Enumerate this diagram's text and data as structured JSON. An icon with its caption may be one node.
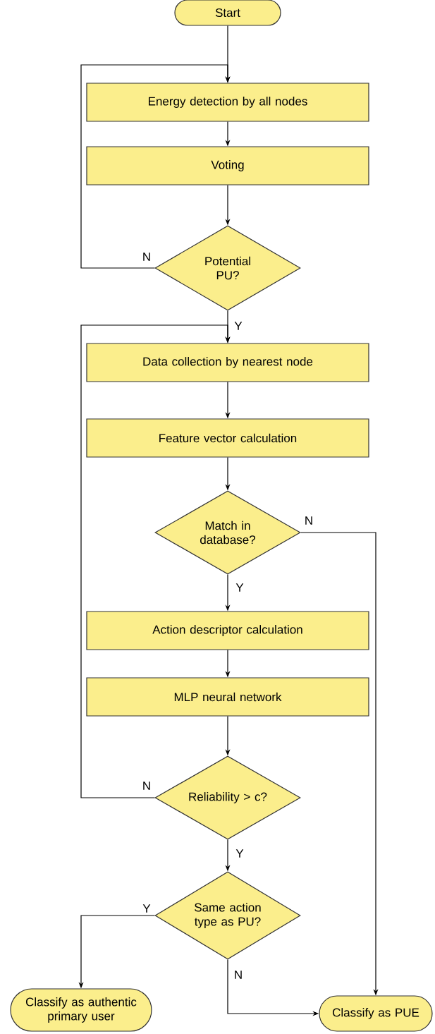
{
  "diagram": {
    "nodes": [
      {
        "text": [
          "Start"
        ]
      },
      {
        "text": [
          "Energy detection by all nodes"
        ]
      },
      {
        "text": [
          "Voting"
        ]
      },
      {
        "text": [
          "Potential PU?"
        ]
      },
      {
        "text": [
          "Data collection by nearest node"
        ]
      },
      {
        "text": [
          "Feature vector calculation"
        ]
      },
      {
        "text": [
          "Match in database?"
        ]
      },
      {
        "text": [
          "Action descriptor calculation"
        ]
      },
      {
        "text": [
          "MLP neural network"
        ]
      },
      {
        "text": [
          "Reliability > c?"
        ]
      },
      {
        "text": [
          "Same action type as PU?"
        ]
      },
      {
        "text": [
          "Classify as authentic primary user"
        ]
      },
      {
        "text": [
          "Classify as PUE"
        ]
      }
    ],
    "edges": [
      {
        "from": 0,
        "to": 1,
        "arrow": "to"
      },
      {
        "from": 1,
        "to": 2,
        "arrow": "to"
      },
      {
        "from": 3,
        "to": 1,
        "arrow": "to",
        "label": "N"
      },
      {
        "from": 2,
        "to": 3,
        "arrow": "to"
      },
      {
        "from": 3,
        "to": 4,
        "arrow": "to",
        "label": "Y"
      },
      {
        "from": 4,
        "to": 5,
        "arrow": "to"
      },
      {
        "from": 5,
        "to": 6,
        "arrow": "to"
      },
      {
        "from": 6,
        "to": 12,
        "arrow": "to",
        "label": "N"
      },
      {
        "from": 6,
        "to": 7,
        "arrow": "to",
        "label": "Y"
      },
      {
        "from": 7,
        "to": 8,
        "arrow": "to"
      },
      {
        "from": 8,
        "to": 9,
        "arrow": "to"
      },
      {
        "from": 9,
        "to": 4,
        "arrow": "to",
        "label": "N"
      },
      {
        "from": 9,
        "to": 10,
        "arrow": "to",
        "label": "Y"
      },
      {
        "from": 10,
        "to": 11,
        "arrow": "to",
        "label": "Y"
      },
      {
        "from": 10,
        "to": 12,
        "arrow": "to",
        "label": "N"
      }
    ]
  }
}
